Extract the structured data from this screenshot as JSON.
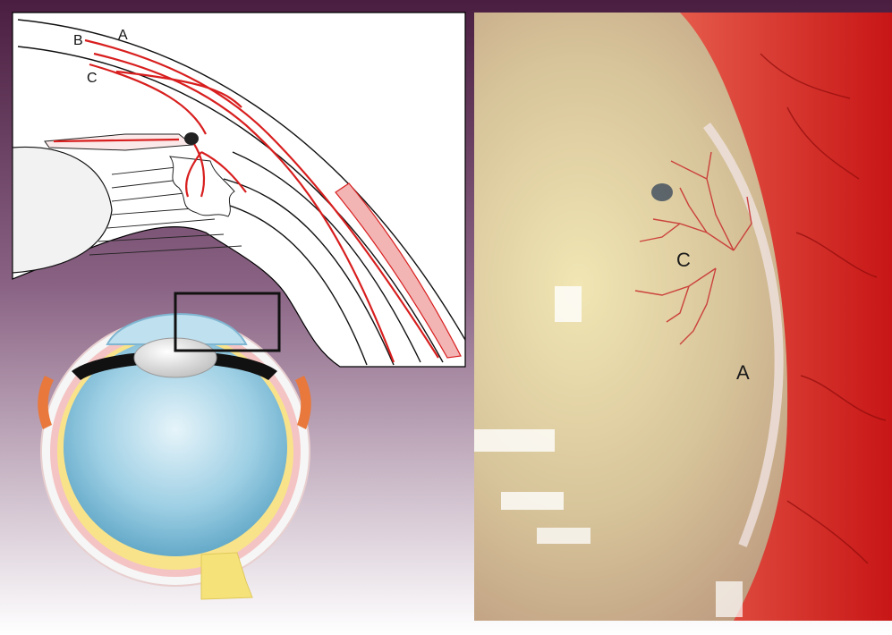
{
  "diagram": {
    "labels": {
      "a": "A",
      "b": "B",
      "c": "C"
    },
    "photo_labels": {
      "c": "C",
      "a": "A"
    },
    "colors": {
      "vessel_red": "#d81e1e",
      "background_top": "#5a2a4e",
      "background_bottom": "#ffffff",
      "eye_blue": "#8fc7df",
      "sclera_pink": "#f2c2c2",
      "optic_nerve_yellow": "#f5e37a"
    }
  }
}
